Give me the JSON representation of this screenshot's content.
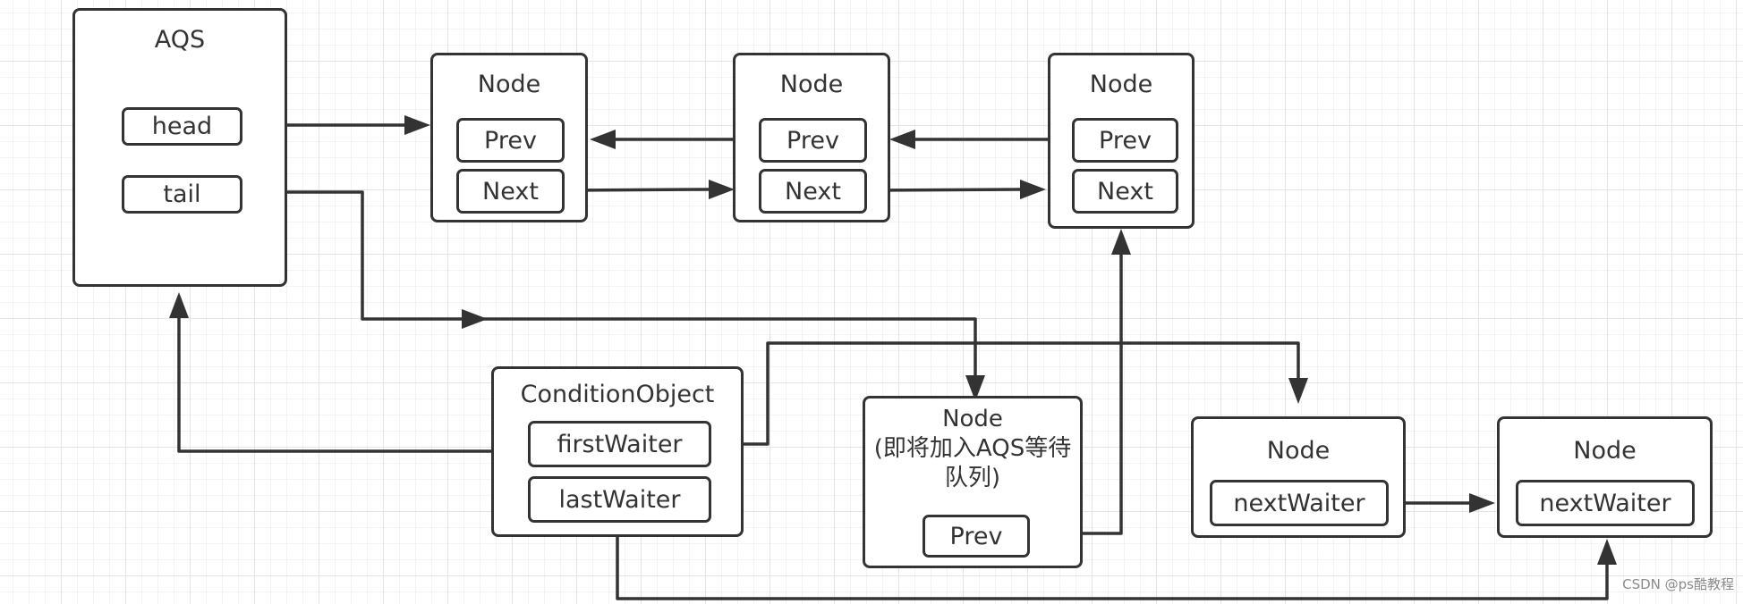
{
  "aqs": {
    "title": "AQS",
    "head": "head",
    "tail": "tail"
  },
  "sync_queue": [
    {
      "title": "Node",
      "prev": "Prev",
      "next": "Next"
    },
    {
      "title": "Node",
      "prev": "Prev",
      "next": "Next"
    },
    {
      "title": "Node",
      "prev": "Prev",
      "next": "Next"
    }
  ],
  "condition_object": {
    "title": "ConditionObject",
    "first": "firstWaiter",
    "last": "lastWaiter"
  },
  "pending_node": {
    "title_lines": [
      "Node",
      "(即将加入AQS等待",
      "队列)"
    ],
    "prev": "Prev"
  },
  "condition_queue": [
    {
      "title": "Node",
      "field": "nextWaiter"
    },
    {
      "title": "Node",
      "field": "nextWaiter"
    }
  ],
  "watermark": "CSDN @ps酷教程"
}
